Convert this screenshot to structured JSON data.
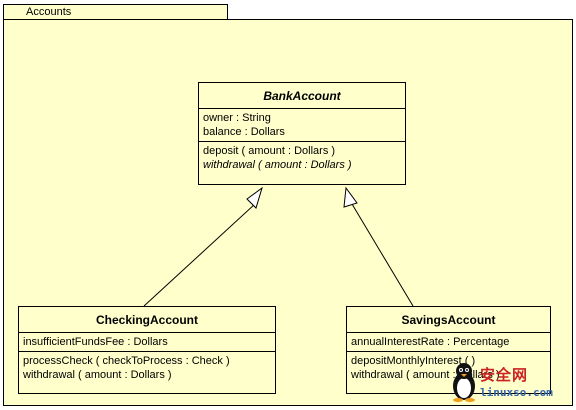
{
  "package": {
    "name": "Accounts"
  },
  "classes": {
    "bank_account": {
      "name": "BankAccount",
      "attributes": [
        "owner : String",
        "balance : Dollars"
      ],
      "operations": [
        "deposit ( amount : Dollars )",
        "withdrawal ( amount : Dollars )"
      ]
    },
    "checking_account": {
      "name": "CheckingAccount",
      "attributes": [
        "insufficientFundsFee : Dollars"
      ],
      "operations": [
        "processCheck ( checkToProcess : Check )",
        "withdrawal ( amount : Dollars )"
      ]
    },
    "savings_account": {
      "name": "SavingsAccount",
      "attributes": [
        "annualInterestRate : Percentage"
      ],
      "operations": [
        "depositMonthlyInterest ( )",
        "withdrawal ( amount : Dollars )"
      ]
    }
  },
  "watermark": {
    "text_cn": "安全网",
    "text_en": "linuxso.com"
  }
}
